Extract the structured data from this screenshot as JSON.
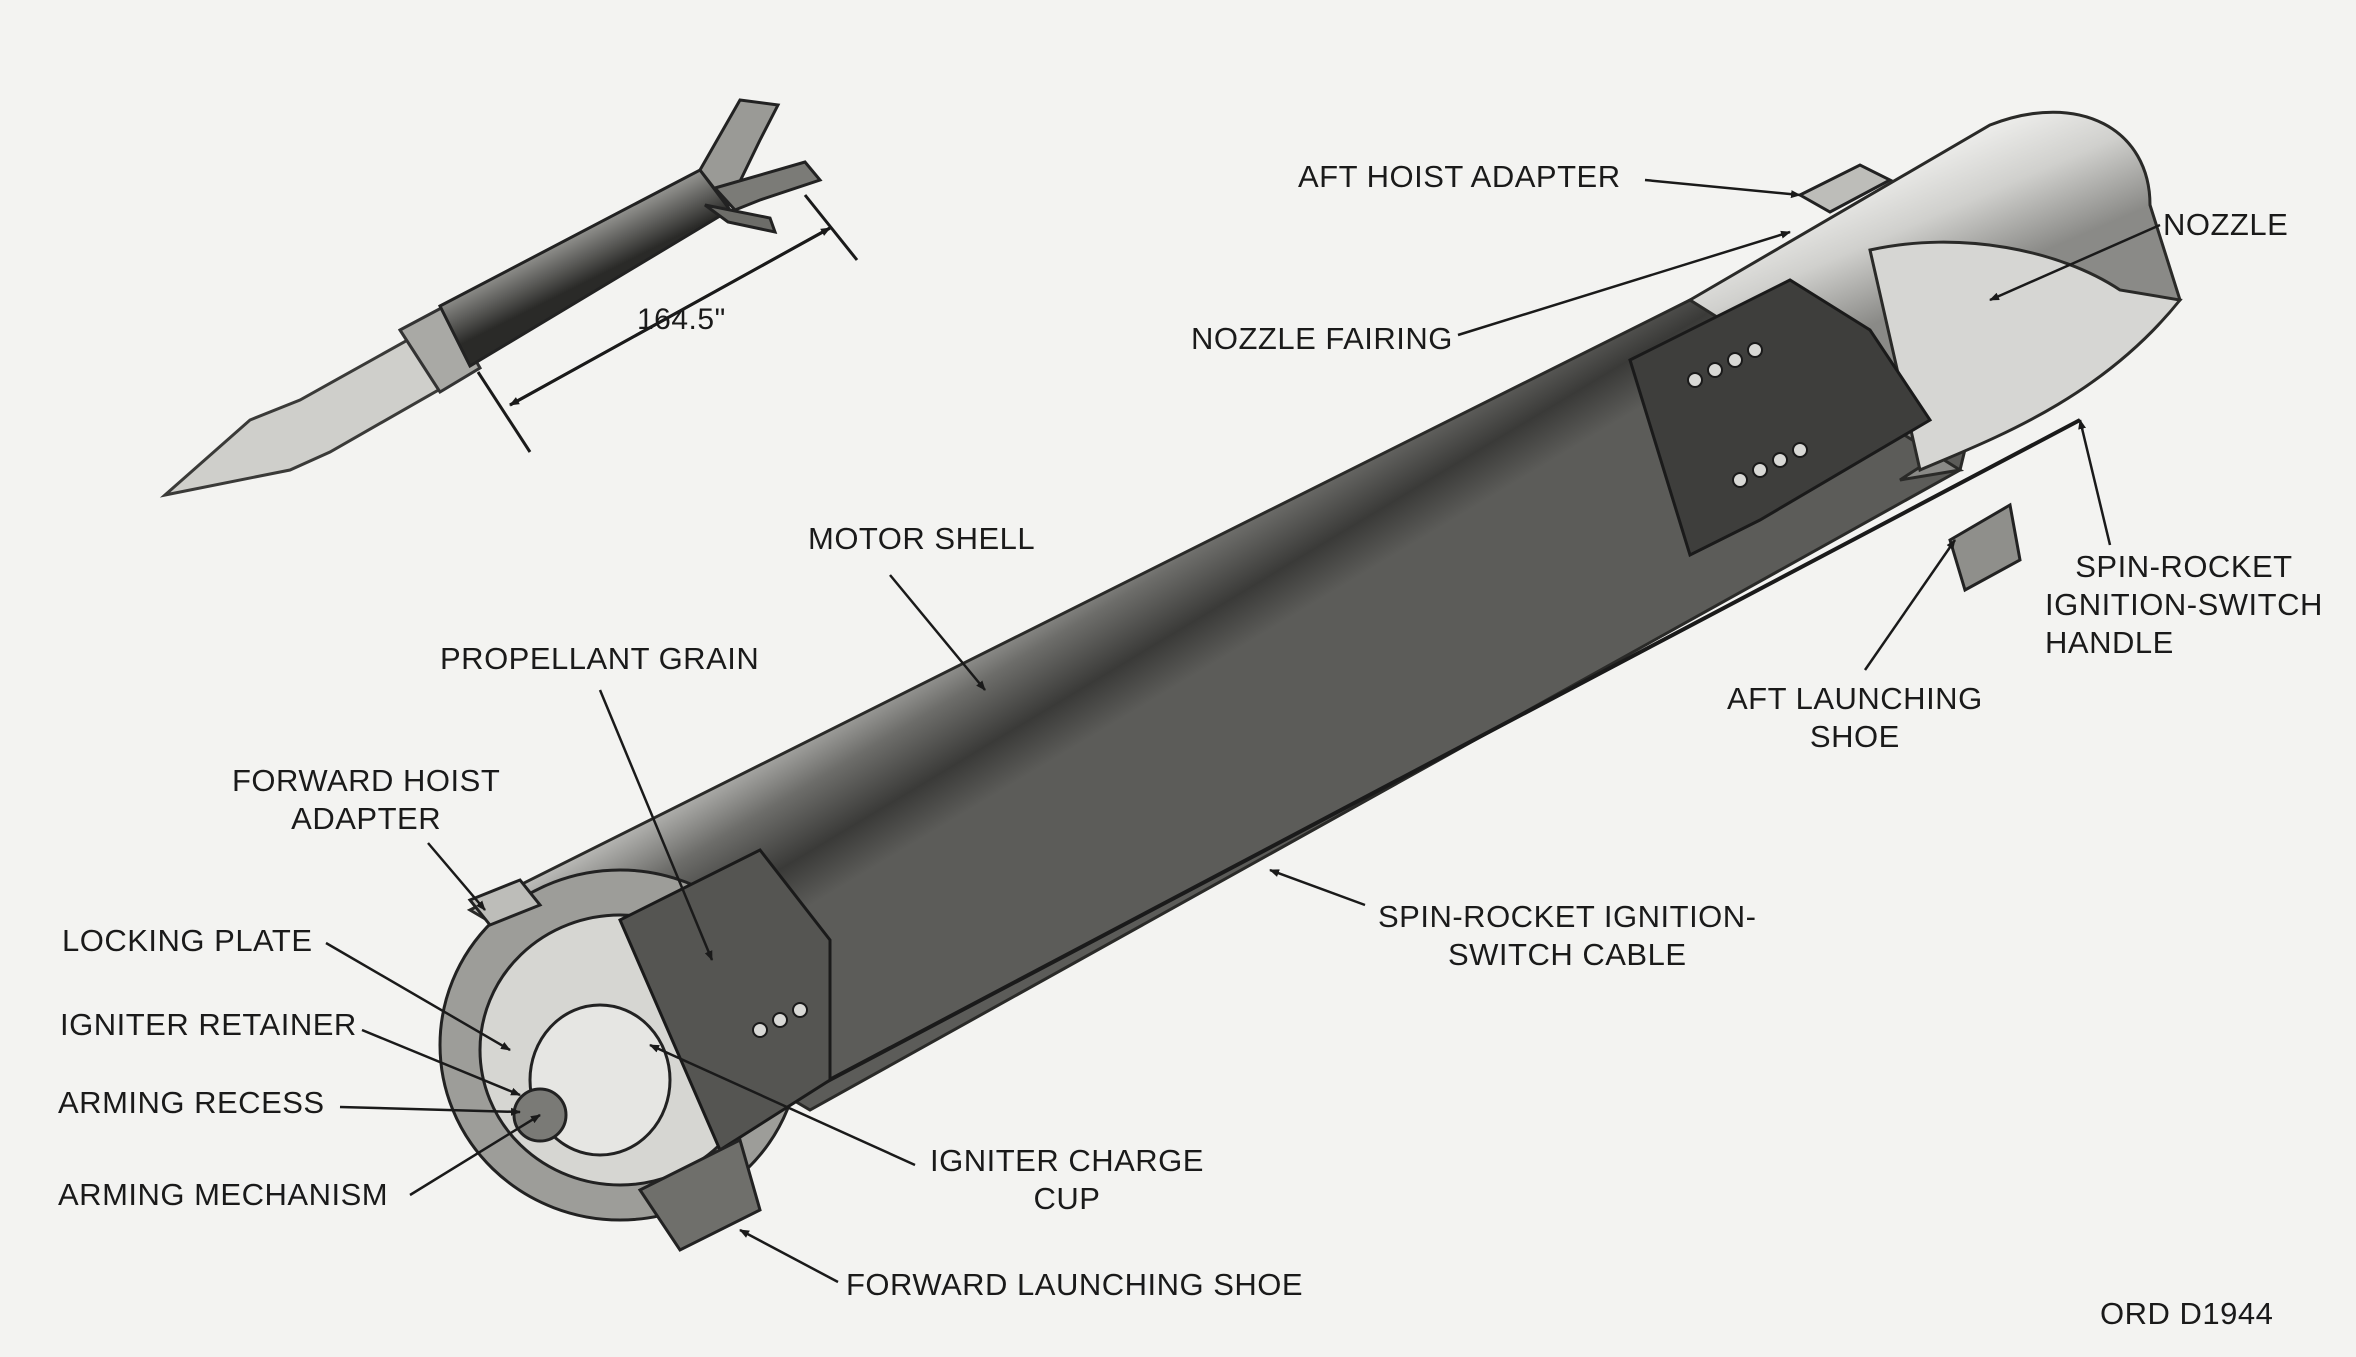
{
  "dimension": "164.5\"",
  "figure_code": "ORD D1944",
  "labels": {
    "aft_hoist_adapter": "AFT  HOIST ADAPTER",
    "nozzle": "NOZZLE",
    "nozzle_fairing": "NOZZLE FAIRING",
    "motor_shell": "MOTOR SHELL",
    "spin_rocket_handle": [
      "SPIN-ROCKET",
      "IGNITION-SWITCH",
      "HANDLE"
    ],
    "aft_launching_shoe": [
      "AFT LAUNCHING",
      "SHOE"
    ],
    "propellant_grain": "PROPELLANT GRAIN",
    "forward_hoist_adapter": [
      "FORWARD HOIST",
      "ADAPTER"
    ],
    "spin_rocket_cable": [
      "SPIN-ROCKET IGNITION-",
      "SWITCH CABLE"
    ],
    "locking_plate": "LOCKING PLATE",
    "igniter_retainer": "IGNITER RETAINER",
    "arming_recess": "ARMING RECESS",
    "arming_mechanism": "ARMING MECHANISM",
    "igniter_charge_cup": [
      "IGNITER CHARGE",
      "CUP"
    ],
    "forward_launching_shoe": "FORWARD LAUNCHING SHOE"
  }
}
